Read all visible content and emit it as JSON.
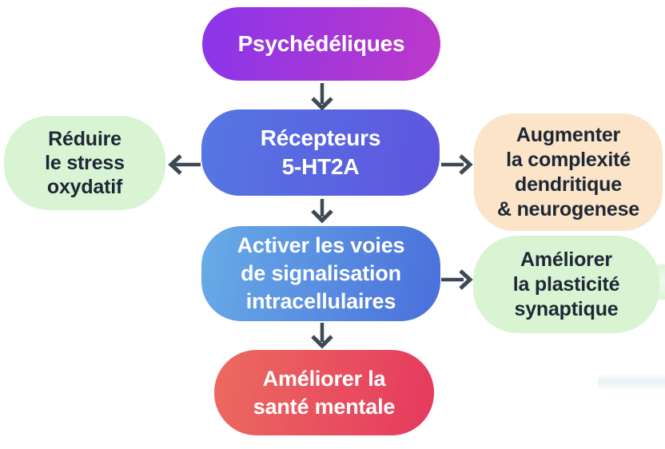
{
  "nodes": {
    "psychedeliques": {
      "lines": [
        "Psychédéliques"
      ]
    },
    "recepteurs": {
      "lines": [
        "Récepteurs",
        "5-HT2A"
      ]
    },
    "reduire": {
      "lines": [
        "Réduire",
        "le stress",
        "oxydatif"
      ]
    },
    "augmenter": {
      "lines": [
        "Augmenter",
        "la complexité",
        "dendritique",
        "& neurogenese"
      ]
    },
    "activer": {
      "lines": [
        "Activer les voies",
        "de signalisation",
        "intracellulaires"
      ]
    },
    "plasticite": {
      "lines": [
        "Améliorer",
        "la plasticité",
        "synaptique"
      ]
    },
    "sante": {
      "lines": [
        "Améliorer la",
        "santé mentale"
      ]
    }
  },
  "edges": [
    {
      "from": "psychedeliques",
      "to": "recepteurs"
    },
    {
      "from": "recepteurs",
      "to": "reduire"
    },
    {
      "from": "recepteurs",
      "to": "augmenter"
    },
    {
      "from": "recepteurs",
      "to": "activer"
    },
    {
      "from": "activer",
      "to": "plasticite"
    },
    {
      "from": "activer",
      "to": "sante"
    }
  ],
  "colors": {
    "psy_from": "#8a36ea",
    "psy_to": "#bd38c9",
    "rec_from": "#5577e3",
    "rec_to": "#5e55de",
    "act_from": "#68ace7",
    "act_to": "#4a6fdb",
    "red_from": "#ec6b5f",
    "red_to": "#e5395f",
    "green": "#d8f4d2",
    "green_band": "#ddf5d8",
    "green_band_hi": "#f0fbee",
    "peach": "#fbe4c8",
    "faint_band": "#e9f1f5",
    "dark_text": "#1d2736",
    "white_text": "#ffffff",
    "arrow": "#3e4956"
  }
}
